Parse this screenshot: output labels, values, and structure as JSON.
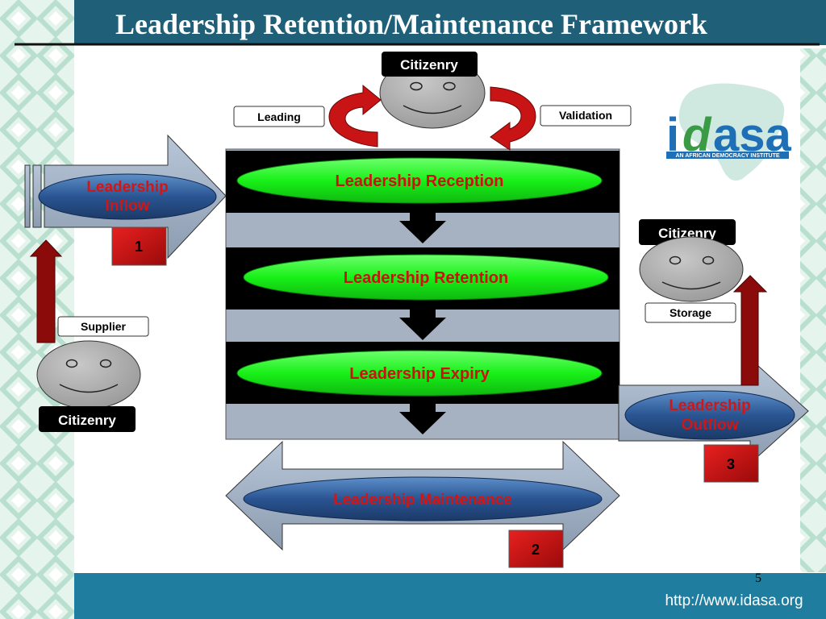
{
  "title": "Leadership Retention/Maintenance Framework",
  "colors": {
    "header_bg": "#1f5f78",
    "footer_bg": "#1f7ea0",
    "green_ellipse": "#18f018",
    "stage_text": "#cc1111",
    "blue_ellipse": "#23497f",
    "dark_red_arrow": "#8b0b0b",
    "number_box": "#cc1111"
  },
  "top_face": {
    "label": "Citizenry"
  },
  "leading_label": "Leading",
  "validation_label": "Validation",
  "stages": [
    {
      "label": "Leadership Reception"
    },
    {
      "label": "Leadership Retention"
    },
    {
      "label": "Leadership Expiry"
    }
  ],
  "inflow": {
    "label_line1": "Leadership",
    "label_line2": "Inflow",
    "number": "1"
  },
  "supplier": {
    "label": "Supplier",
    "face_label": "Citizenry"
  },
  "storage": {
    "label": "Storage",
    "face_label": "Citizenry"
  },
  "outflow": {
    "label_line1": "Leadership",
    "label_line2": "Outflow",
    "number": "3"
  },
  "maintenance": {
    "label": "Leadership Maintenance",
    "number": "2"
  },
  "logo": {
    "text_i": "i",
    "text_d": "d",
    "text_asa": "asa",
    "tagline": "AN AFRICAN DEMOCRACY INSTITUTE"
  },
  "slide_number": "5",
  "footer_url": "http://www.idasa.org"
}
